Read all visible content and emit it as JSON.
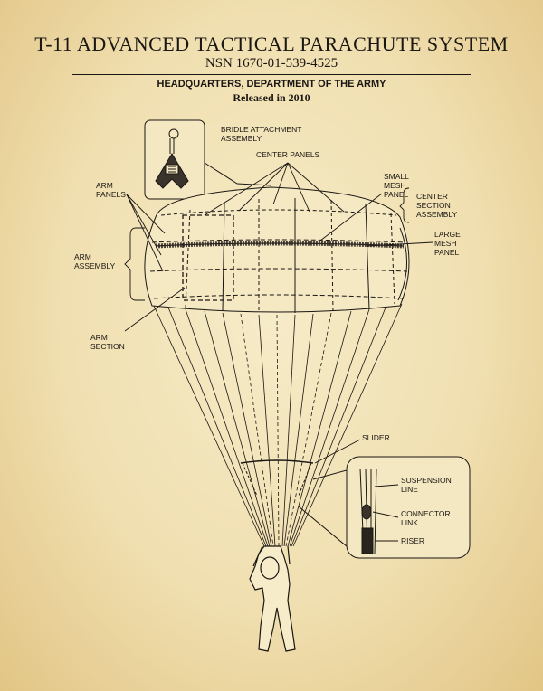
{
  "header": {
    "title": "T-11 ADVANCED TACTICAL PARACHUTE SYSTEM",
    "nsn": "NSN 1670-01-539-4525",
    "authority": "HEADQUARTERS, DEPARTMENT OF THE ARMY",
    "released": "Released in 2010"
  },
  "labels": {
    "bridle_1": "BRIDLE ATTACHMENT",
    "bridle_2": "ASSEMBLY",
    "center_panels": "CENTER PANELS",
    "small_mesh_1": "SMALL",
    "small_mesh_2": "MESH",
    "small_mesh_3": "PANEL",
    "center_section_1": "CENTER",
    "center_section_2": "SECTION",
    "center_section_3": "ASSEMBLY",
    "large_mesh_1": "LARGE",
    "large_mesh_2": "MESH",
    "large_mesh_3": "PANEL",
    "arm_panels_1": "ARM",
    "arm_panels_2": "PANELS",
    "arm_assembly_1": "ARM",
    "arm_assembly_2": "ASSEMBLY",
    "arm_section_1": "ARM",
    "arm_section_2": "SECTION",
    "slider": "SLIDER",
    "suspension_1": "SUSPENSION",
    "suspension_2": "LINE",
    "connector_1": "CONNECTOR",
    "connector_2": "LINK",
    "riser": "RISER"
  },
  "colors": {
    "ink": "#1a1612",
    "paper": "#f3e6bd",
    "mesh_band": "#4a4038"
  }
}
